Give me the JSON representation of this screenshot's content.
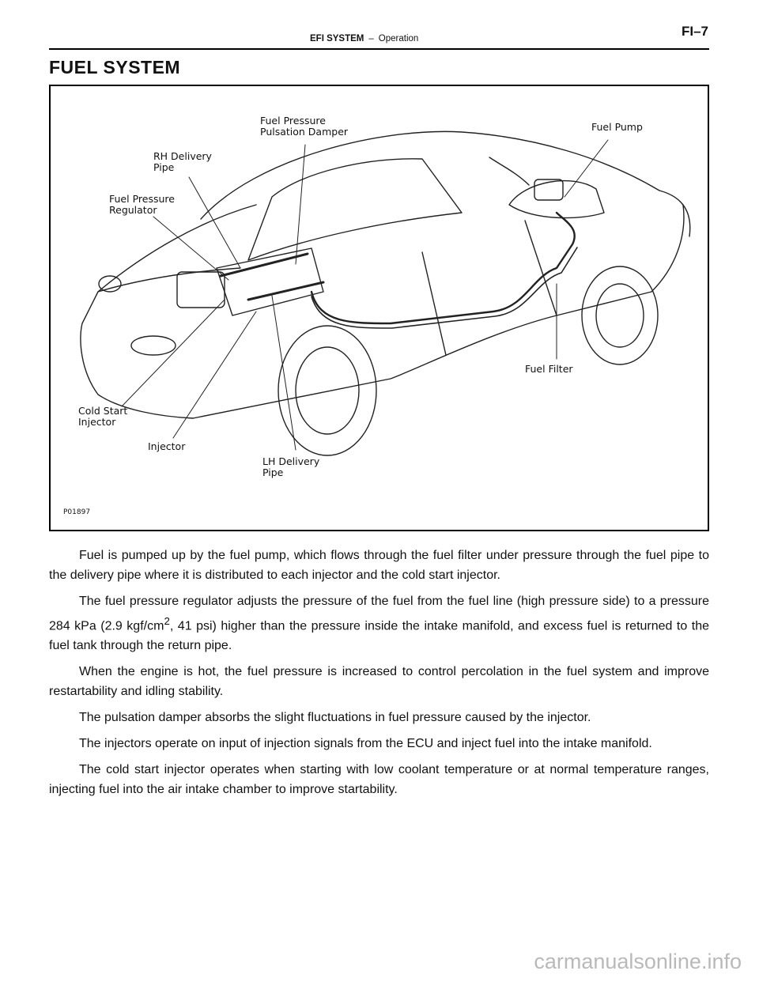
{
  "header": {
    "section": "EFI SYSTEM",
    "separator": "–",
    "subsection": "Operation",
    "page_number": "FI–7"
  },
  "title": "FUEL SYSTEM",
  "figure": {
    "code": "P01897",
    "labels": {
      "fuel_pressure_pulsation_damper": "Fuel Pressure\nPulsation Damper",
      "fuel_pump": "Fuel Pump",
      "rh_delivery_pipe": "RH Delivery\nPipe",
      "fuel_pressure_regulator": "Fuel Pressure\nRegulator",
      "fuel_filter": "Fuel Filter",
      "cold_start_injector": "Cold Start\nInjector",
      "injector": "Injector",
      "lh_delivery_pipe": "LH Delivery\nPipe"
    }
  },
  "body": {
    "p1": "Fuel is pumped up by the fuel pump, which flows through the fuel filter under pressure through the fuel pipe to the delivery pipe where it is distributed to each injector and the cold start injector.",
    "p2a": "The fuel pressure regulator adjusts the pressure of the fuel from the fuel line (high pressure side) to a pressure 284 kPa (2.9 kgf/cm",
    "p2_sup": "2",
    "p2b": ", 41 psi) higher than the pressure inside the intake manifold, and excess fuel is returned to the fuel tank through the return pipe.",
    "p3": "When the engine is hot, the fuel pressure is increased to control percolation in the fuel system and improve restartability and idling stability.",
    "p4": "The pulsation damper absorbs the slight fluctuations in fuel pressure caused by the injector.",
    "p5": "The injectors operate on input of injection signals from the ECU and inject fuel into the intake manifold.",
    "p6": "The cold start injector operates when starting with low coolant temperature or at normal temperature ranges, injecting fuel into the air intake chamber to improve startability."
  },
  "watermark": "carmanualsonline.info"
}
